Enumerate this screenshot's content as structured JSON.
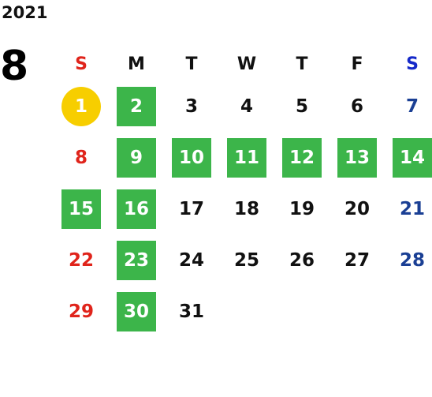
{
  "year": "2021",
  "month": "8",
  "weekday_headers": [
    {
      "label": "S",
      "color": "#e0241b"
    },
    {
      "label": "M",
      "color": "#111111"
    },
    {
      "label": "T",
      "color": "#111111"
    },
    {
      "label": "W",
      "color": "#111111"
    },
    {
      "label": "T",
      "color": "#111111"
    },
    {
      "label": "F",
      "color": "#111111"
    },
    {
      "label": "S",
      "color": "#1529c9"
    }
  ],
  "colors": {
    "highlight": "#3cb54a",
    "today": "#f7ce00",
    "sunday": "#e0241b",
    "saturday": "#1a3f94"
  },
  "weeks": [
    [
      {
        "day": "1",
        "style": "today"
      },
      {
        "day": "2",
        "style": "highlight"
      },
      {
        "day": "3",
        "style": "normal"
      },
      {
        "day": "4",
        "style": "normal"
      },
      {
        "day": "5",
        "style": "normal"
      },
      {
        "day": "6",
        "style": "normal"
      },
      {
        "day": "7",
        "style": "saturday"
      }
    ],
    [
      {
        "day": "8",
        "style": "sunday"
      },
      {
        "day": "9",
        "style": "highlight"
      },
      {
        "day": "10",
        "style": "highlight"
      },
      {
        "day": "11",
        "style": "highlight"
      },
      {
        "day": "12",
        "style": "highlight"
      },
      {
        "day": "13",
        "style": "highlight"
      },
      {
        "day": "14",
        "style": "highlight"
      }
    ],
    [
      {
        "day": "15",
        "style": "highlight"
      },
      {
        "day": "16",
        "style": "highlight"
      },
      {
        "day": "17",
        "style": "normal"
      },
      {
        "day": "18",
        "style": "normal"
      },
      {
        "day": "19",
        "style": "normal"
      },
      {
        "day": "20",
        "style": "normal"
      },
      {
        "day": "21",
        "style": "saturday"
      }
    ],
    [
      {
        "day": "22",
        "style": "sunday"
      },
      {
        "day": "23",
        "style": "highlight"
      },
      {
        "day": "24",
        "style": "normal"
      },
      {
        "day": "25",
        "style": "normal"
      },
      {
        "day": "26",
        "style": "normal"
      },
      {
        "day": "27",
        "style": "normal"
      },
      {
        "day": "28",
        "style": "saturday"
      }
    ],
    [
      {
        "day": "29",
        "style": "sunday"
      },
      {
        "day": "30",
        "style": "highlight"
      },
      {
        "day": "31",
        "style": "normal"
      }
    ]
  ]
}
